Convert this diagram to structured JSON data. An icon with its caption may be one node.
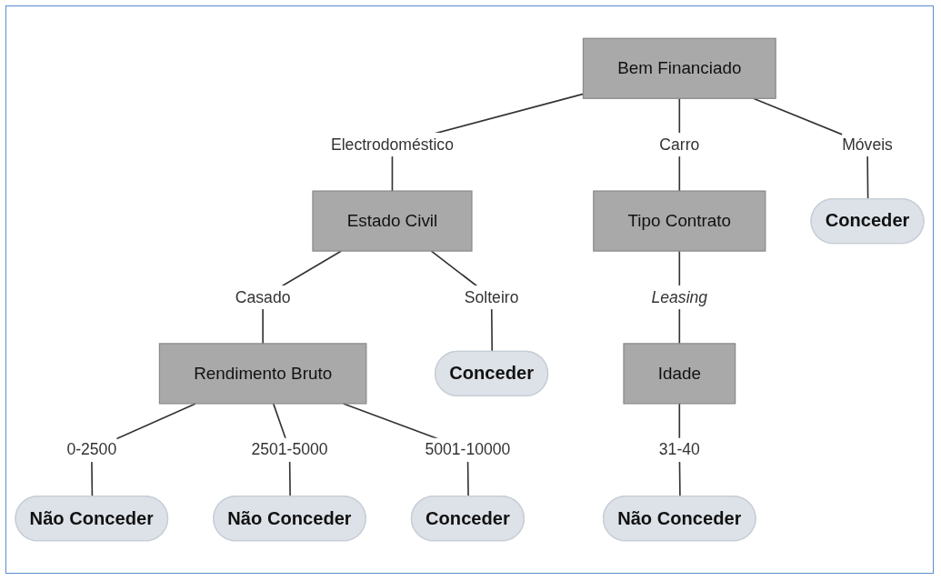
{
  "diagram": {
    "nodes": [
      {
        "text": [
          "Bem Financiado"
        ]
      },
      {
        "text": [
          "Estado Civil"
        ]
      },
      {
        "text": [
          "Tipo Contrato"
        ]
      },
      {
        "text": [
          "Conceder"
        ]
      },
      {
        "text": [
          "Rendimento Bruto"
        ]
      },
      {
        "text": [
          "Conceder"
        ]
      },
      {
        "text": [
          "Idade"
        ]
      },
      {
        "text": [
          "Não Conceder"
        ]
      },
      {
        "text": [
          "Não Conceder"
        ]
      },
      {
        "text": [
          "Conceder"
        ]
      },
      {
        "text": [
          "Não Conceder"
        ]
      }
    ],
    "edges": [
      {
        "from": 0,
        "to": 1,
        "arrow": "none",
        "label": "Electrodoméstico"
      },
      {
        "from": 0,
        "to": 2,
        "arrow": "none",
        "label": "Carro"
      },
      {
        "from": 0,
        "to": 3,
        "arrow": "none",
        "label": "Móveis"
      },
      {
        "from": 1,
        "to": 4,
        "arrow": "none",
        "label": "Casado"
      },
      {
        "from": 1,
        "to": 5,
        "arrow": "none",
        "label": "Solteiro"
      },
      {
        "from": 2,
        "to": 6,
        "arrow": "none",
        "label": "Leasing"
      },
      {
        "from": 4,
        "to": 7,
        "arrow": "none",
        "label": "0-2500"
      },
      {
        "from": 4,
        "to": 8,
        "arrow": "none",
        "label": "2501-5000"
      },
      {
        "from": 4,
        "to": 9,
        "arrow": "none",
        "label": "5001-10000"
      },
      {
        "from": 6,
        "to": 10,
        "arrow": "none",
        "label": "31-40"
      }
    ]
  }
}
